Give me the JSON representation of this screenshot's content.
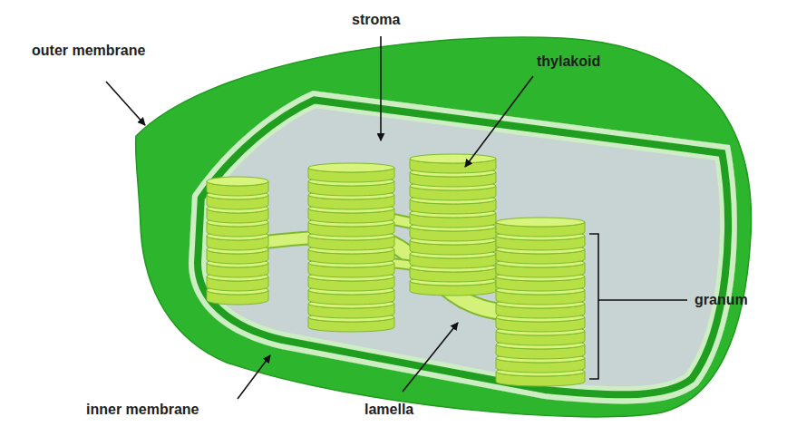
{
  "diagram": {
    "labels": [
      "outer membrane",
      "stroma",
      "thylakoid",
      "granum",
      "inner membrane",
      "lamella"
    ]
  }
}
